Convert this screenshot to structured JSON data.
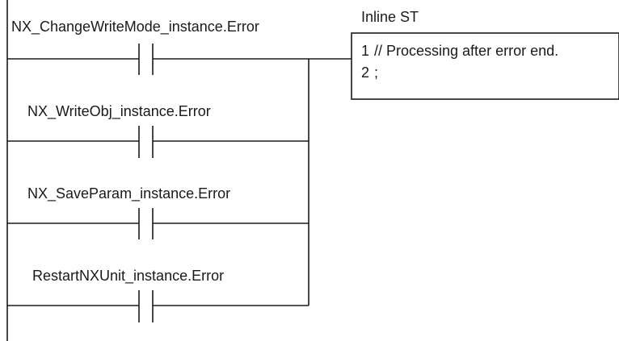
{
  "contacts": [
    {
      "variable": "NX_ChangeWriteMode_instance.Error"
    },
    {
      "variable": "NX_WriteObj_instance.Error"
    },
    {
      "variable": "NX_SaveParam_instance.Error"
    },
    {
      "variable": "RestartNXUnit_instance.Error"
    }
  ],
  "inline_st": {
    "title": "Inline ST",
    "lines": [
      {
        "num": "1",
        "code": "// Processing after error end."
      },
      {
        "num": "2",
        "code": ";"
      }
    ]
  }
}
